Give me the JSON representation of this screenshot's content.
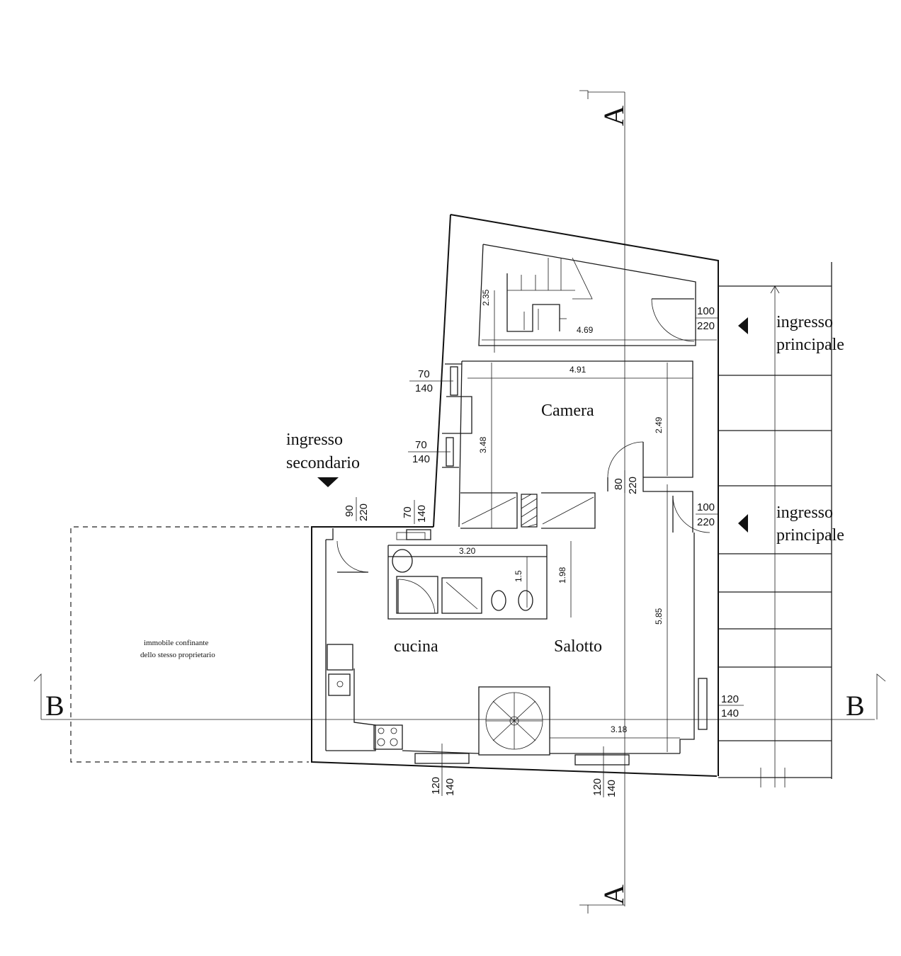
{
  "sections": {
    "a_top": "A",
    "a_bottom": "A",
    "b_left": "B",
    "b_right": "B"
  },
  "rooms": {
    "camera": "Camera",
    "cucina": "cucina",
    "salotto": "Salotto"
  },
  "entries": {
    "secondary": [
      "ingresso",
      "secondario"
    ],
    "principal_top": [
      "ingresso",
      "principale"
    ],
    "principal_bottom": [
      "ingresso",
      "principale"
    ]
  },
  "neighbor_note": [
    "immobile confinante",
    "dello stesso proprietario"
  ],
  "dimensions": {
    "stair_width": "4.69",
    "stair_depth": "2.35",
    "camera_width": "4.91",
    "camera_height": "3.48",
    "camera_right": "2.49",
    "bath_width": "3.20",
    "bath_inner": "1.5",
    "bath_height": "1.98",
    "salotto_height": "5.85",
    "salotto_width": "3.18"
  },
  "openings": {
    "door_top": [
      "100",
      "220"
    ],
    "door_mid": [
      "100",
      "220"
    ],
    "window_camera_top": [
      "70",
      "140"
    ],
    "window_camera_mid": [
      "70",
      "140"
    ],
    "window_bath": [
      "70",
      "140"
    ],
    "door_secondary": [
      "90",
      "220"
    ],
    "door_camera": [
      "80",
      "220"
    ],
    "window_right": [
      "120",
      "140"
    ],
    "window_bottom_left": [
      "120",
      "140"
    ],
    "window_bottom_right": [
      "120",
      "140"
    ]
  },
  "colors": {
    "ink": "#111111",
    "paper": "#ffffff"
  }
}
